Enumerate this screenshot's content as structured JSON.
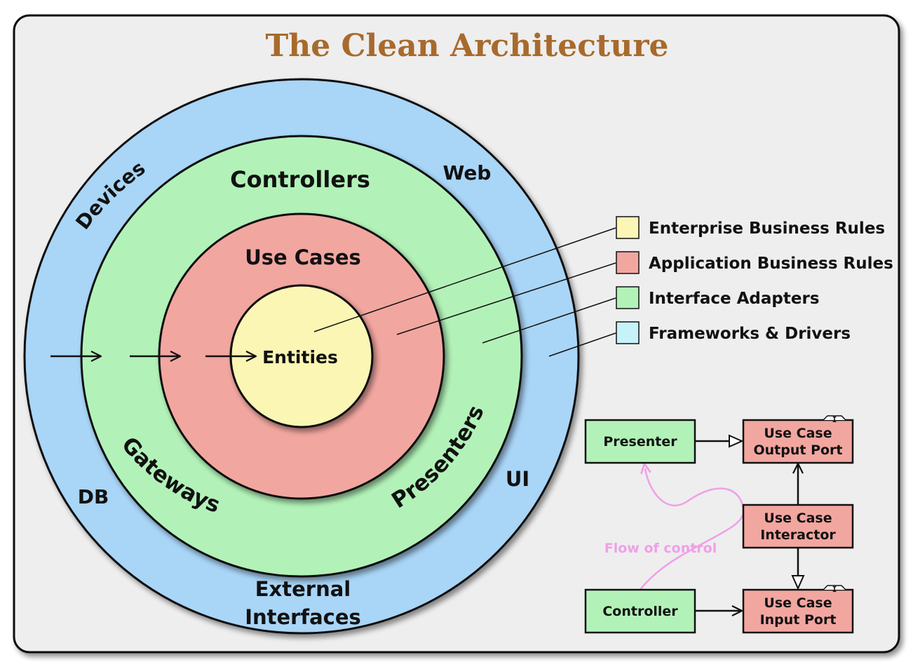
{
  "title": "The Clean Architecture",
  "rings": {
    "outer": {
      "labels": {
        "devices": "Devices",
        "web": "Web",
        "ui": "UI",
        "db": "DB",
        "external_1": "External",
        "external_2": "Interfaces"
      },
      "color": "#a9d5f7"
    },
    "green": {
      "labels": {
        "controllers": "Controllers",
        "gateways": "Gateways",
        "presenters": "Presenters"
      },
      "color": "#b2f2b8"
    },
    "red": {
      "labels": {
        "use_cases": "Use Cases"
      },
      "color": "#f2a6a0"
    },
    "core": {
      "labels": {
        "entities": "Entities"
      },
      "color": "#fbf6b4"
    }
  },
  "legend": [
    {
      "label": "Enterprise Business Rules",
      "color": "#fbf6b4"
    },
    {
      "label": "Application Business Rules",
      "color": "#f2a6a0"
    },
    {
      "label": "Interface Adapters",
      "color": "#b2f2b8"
    },
    {
      "label": "Frameworks & Drivers",
      "color": "#c6f3f8"
    }
  ],
  "flow_diagram": {
    "presenter": "Presenter",
    "controller": "Controller",
    "output_port": {
      "line1": "Use Case",
      "line2": "Output Port"
    },
    "interactor": {
      "line1": "Use Case",
      "line2": "Interactor"
    },
    "input_port": {
      "line1": "Use Case",
      "line2": "Input Port"
    },
    "interface_marker": "I",
    "flow_label": "Flow of control"
  }
}
